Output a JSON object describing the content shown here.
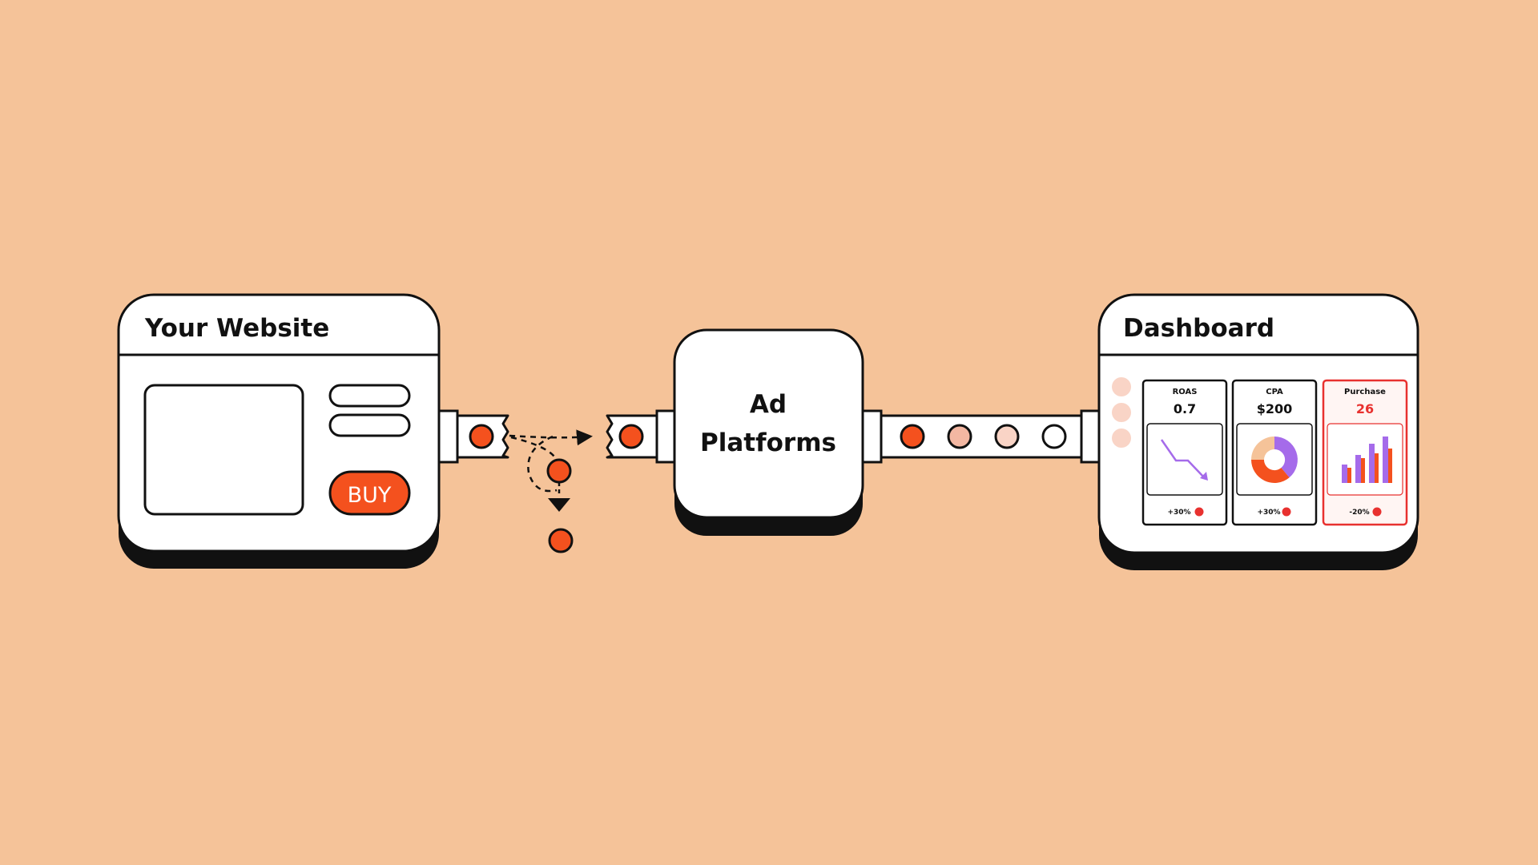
{
  "colors": {
    "background": "#F5C399",
    "accent_orange": "#F4511E",
    "purple": "#A56BEA",
    "red": "#E8312F",
    "ink": "#111111",
    "peach_light": "#F9D4C6",
    "peach_mid": "#F3B7A2"
  },
  "website": {
    "title": "Your Website",
    "buy_label": "BUY"
  },
  "ad_platforms": {
    "line1": "Ad",
    "line2": "Platforms"
  },
  "dashboard": {
    "title": "Dashboard",
    "cards": [
      {
        "label": "ROAS",
        "value": "0.7",
        "change": "+30%",
        "chart": "line-down"
      },
      {
        "label": "CPA",
        "value": "$200",
        "change": "+30%",
        "chart": "donut"
      },
      {
        "label": "Purchase",
        "value": "26",
        "change": "-20%",
        "chart": "bars",
        "highlight": true
      }
    ]
  }
}
